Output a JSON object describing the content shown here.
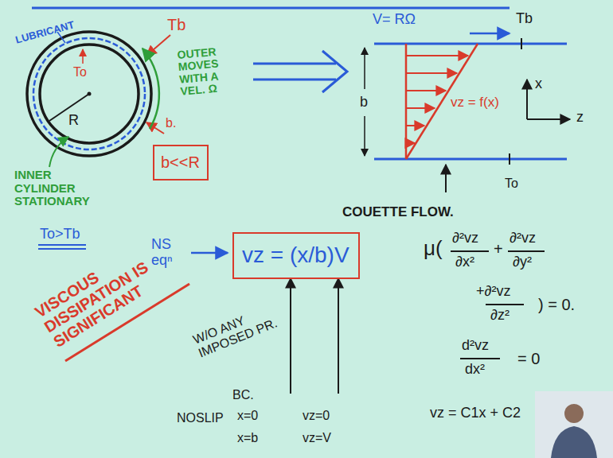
{
  "diagram": {
    "nodes": [
      {
        "text": [
          "b<<R"
        ]
      },
      {
        "text": [
          "vz = (x/b)V"
        ]
      }
    ],
    "labels": [
      "LUBRICANT",
      "Tb",
      "To",
      "R",
      "OUTER MOVES WITH A VEL. Ω",
      "b.",
      "INNER CYLINDER STATIONARY",
      "To>Tb",
      "VISCOUS DISSIPATION IS SIGNIFICANT",
      "V= RΩ",
      "Tb",
      "b",
      "vz = f(x)",
      "x",
      "z",
      "To",
      "COUETTE FLOW.",
      "NS eqⁿ",
      "W/O ANY IMPOSED PR.",
      "BC.",
      "NOSLIP",
      "x=0",
      "vz=0",
      "x=b",
      "vz=V",
      "μ(",
      "∂²vz",
      "∂x²",
      "+",
      "∂²vz",
      "∂y²",
      "+∂²vz",
      "∂z²",
      ") = 0.",
      "d²vz",
      "dx²",
      "= 0",
      "vz = C1x + C2"
    ]
  }
}
